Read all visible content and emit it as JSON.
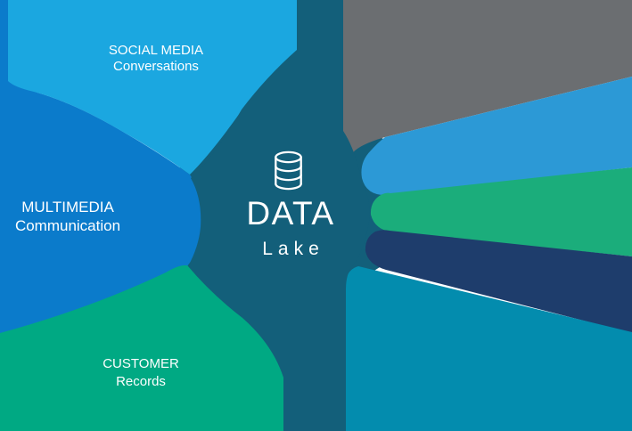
{
  "colors": {
    "background": "#FFFFFF",
    "social": "#1BA7E0",
    "multimedia": "#0B7BCB",
    "customer": "#00A983",
    "lake": "#135F7A",
    "out_gray": "#6B6E71",
    "out_blue": "#2C99D6",
    "out_green": "#1BAD7B",
    "out_navy": "#1E3D6C",
    "out_teal": "#038CAE",
    "text": "#FFFFFF"
  },
  "center": {
    "title": "DATA",
    "subtitle": "Lake",
    "icon": "database-icon"
  },
  "inputs": [
    {
      "id": "social-media",
      "line1": "SOCIAL MEDIA",
      "line2": "Conversations",
      "color": "#1BA7E0"
    },
    {
      "id": "multimedia",
      "line1": "MULTIMEDIA",
      "line2": "Communication",
      "color": "#0B7BCB"
    },
    {
      "id": "customer",
      "line1": "CUSTOMER",
      "line2": "Records",
      "color": "#00A983"
    }
  ],
  "outputs": [
    {
      "id": "gray-stream",
      "color": "#6B6E71"
    },
    {
      "id": "blue-stream",
      "color": "#2C99D6"
    },
    {
      "id": "green-stream",
      "color": "#1BAD7B"
    },
    {
      "id": "navy-stream",
      "color": "#1E3D6C"
    },
    {
      "id": "teal-stream",
      "color": "#038CAE"
    }
  ]
}
